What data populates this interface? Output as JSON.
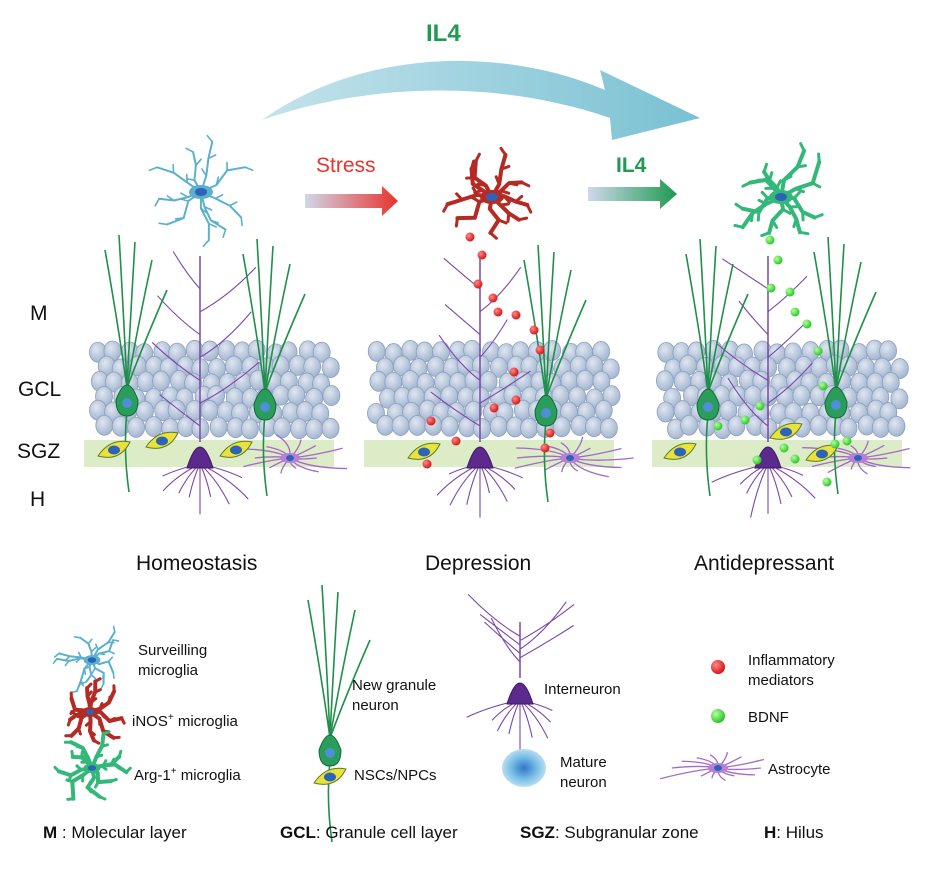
{
  "colors": {
    "surveilling": "#5bb0cc",
    "inos": "#b52a22",
    "arg1": "#33b879",
    "new_neuron": "#1f8f4a",
    "interneuron": "#7a48a8",
    "nsc": "#e9e23a",
    "gcl_cell": "#b8c6dc",
    "sgz": "#dcecc6",
    "inflammatory": "#e51e1e",
    "bdnf": "#3dd63d",
    "stress_arrow": "#e8332d",
    "il4_arrow": "#1e9a52",
    "il4_top": "#8fcbd8"
  },
  "arrows": {
    "top_label": "IL4",
    "stress_label": "Stress",
    "il4_label": "IL4"
  },
  "layers": [
    "M",
    "GCL",
    "SGZ",
    "H"
  ],
  "conditions": [
    "Homeostasis",
    "Depression",
    "Antidepressant"
  ],
  "legend": {
    "surveilling": "Surveilling microglia",
    "inos_prefix": "iNOS",
    "inos_sup": "+",
    "inos_suffix": " microglia",
    "arg1_prefix": "Arg-1",
    "arg1_sup": "+",
    "arg1_suffix": " microglia",
    "new_granule": "New  granule neuron",
    "nsc": "NSCs/NPCs",
    "interneuron": "Interneuron",
    "mature": "Mature neuron",
    "inflammatory": "Inflammatory mediators",
    "bdnf": "BDNF",
    "astrocyte": "Astrocyte"
  },
  "footer": [
    {
      "abbr": "M",
      "sep": " : ",
      "text": "Molecular layer"
    },
    {
      "abbr": "GCL",
      "sep": ": ",
      "text": "Granule cell layer"
    },
    {
      "abbr": "SGZ",
      "sep": ": ",
      "text": "Subgranular zone"
    },
    {
      "abbr": "H",
      "sep": ": ",
      "text": "Hilus"
    }
  ]
}
